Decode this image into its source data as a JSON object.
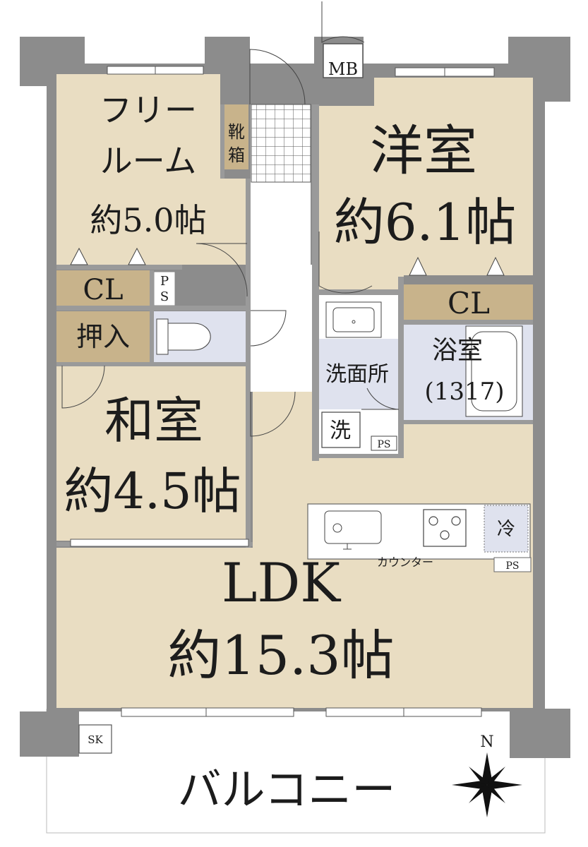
{
  "colors": {
    "room": "#e9ddc2",
    "wet": "#dfe2ee",
    "storage": "#c8b38b",
    "wall": "#8c8c8c",
    "balcony": "#ffffff"
  },
  "rooms": {
    "free_room": {
      "name_1": "フリー",
      "name_2": "ルーム",
      "size": "約5.0帖"
    },
    "western": {
      "name": "洋室",
      "size": "約6.1帖"
    },
    "japanese": {
      "name": "和室",
      "size": "約4.5帖"
    },
    "ldk": {
      "name": "LDK",
      "size": "約15.3帖"
    }
  },
  "fixtures": {
    "cl_left": "CL",
    "cl_right": "CL",
    "oshiire": "押入",
    "shoebox_1": "靴",
    "shoebox_2": "箱",
    "ps_top_1": "P",
    "ps_top_2": "S",
    "senmen": "洗面所",
    "washer": "洗",
    "bath": "浴室",
    "bath_size": "(1317)",
    "ps_wash": "PS",
    "counter": "カウンター",
    "ps_kitchen": "PS",
    "fridge": "冷",
    "mb": "MB",
    "sk": "SK",
    "balcony": "バルコニー",
    "north": "N"
  },
  "icons": [
    "compass-icon",
    "toilet-icon",
    "sink-icon",
    "stove-icon",
    "bathtub-icon",
    "door-swing-icon"
  ]
}
